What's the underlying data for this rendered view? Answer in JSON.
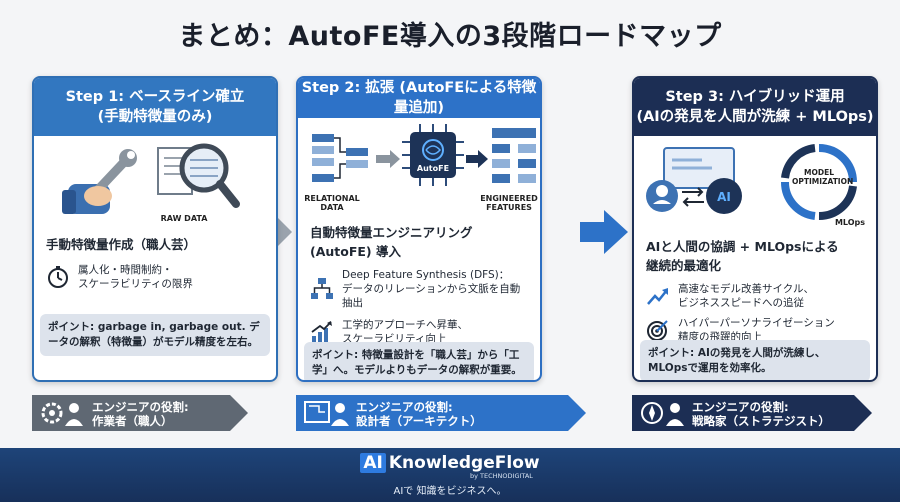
{
  "title": "まとめ：AutoFE導入の3段階ロードマップ",
  "steps": [
    {
      "header_line1": "Step 1: ベースライン確立",
      "header_line2": "(手動特徴量のみ)",
      "illustration_label": "RAW DATA",
      "subtitle": "手動特徴量作成（職人芸）",
      "points": [
        {
          "icon": "stopwatch-icon",
          "line1": "属人化・時間制約・",
          "line2": "スケーラビリティの限界"
        }
      ],
      "note": "ポイント: garbage in, garbage out. データの解釈（特徴量）がモデル精度を左右。",
      "role_label": "エンジニアの役割:",
      "role_value": "作業者（職人）",
      "role_icon": "gear-person-icon"
    },
    {
      "header_line1": "Step 2: 拡張 (AutoFEによる特徴量追加)",
      "illustration_labels": [
        "RELATIONAL DATA",
        "AutoFE",
        "ENGINEERED FEATURES"
      ],
      "subtitle": "自動特徴量エンジニアリング (AutoFE) 導入",
      "points": [
        {
          "icon": "hierarchy-icon",
          "line1": "Deep Feature Synthesis (DFS)：",
          "line2": "データのリレーションから文脈を自動抽出"
        },
        {
          "icon": "growth-chart-icon",
          "line1": "工学的アプローチへ昇華、",
          "line2": "スケーラビリティ向上"
        }
      ],
      "note": "ポイント: 特徴量設計を「職人芸」から「工学」へ。モデルよりもデータの解釈が重要。",
      "role_label": "エンジニアの役割:",
      "role_value": "設計者（アーキテクト）",
      "role_icon": "blueprint-person-icon"
    },
    {
      "header_line1": "Step 3: ハイブリッド運用",
      "header_line2": "(AIの発見を人間が洗練 + MLOps)",
      "illustration_labels": [
        "MODEL OPTIMIZATION",
        "MLOps",
        "AI"
      ],
      "subtitle_line1": "AIと人間の協調 + MLOpsによる",
      "subtitle_line2": "継続的最適化",
      "points": [
        {
          "icon": "trend-up-icon",
          "line1": "高速なモデル改善サイクル、",
          "line2": "ビジネススピードへの追従"
        },
        {
          "icon": "target-icon",
          "line1": "ハイパーパーソナライゼーション",
          "line2": "精度の飛躍的向上"
        }
      ],
      "note": "ポイント: AIの発見を人間が洗練し、MLOpsで運用を効率化。",
      "role_label": "エンジニアの役割:",
      "role_value": "戦略家（ストラテジスト）",
      "role_icon": "compass-person-icon"
    }
  ],
  "footer": {
    "brand_ai": "AI",
    "brand_name": "KnowledgeFlow",
    "by": "by TECHNODIGITAL",
    "tagline": "AIで 知識をビジネスへ。"
  },
  "colors": {
    "step1": "#3277c0",
    "step2": "#2d72c8",
    "step3": "#1c2e54",
    "footer": "#1b3a6b"
  }
}
